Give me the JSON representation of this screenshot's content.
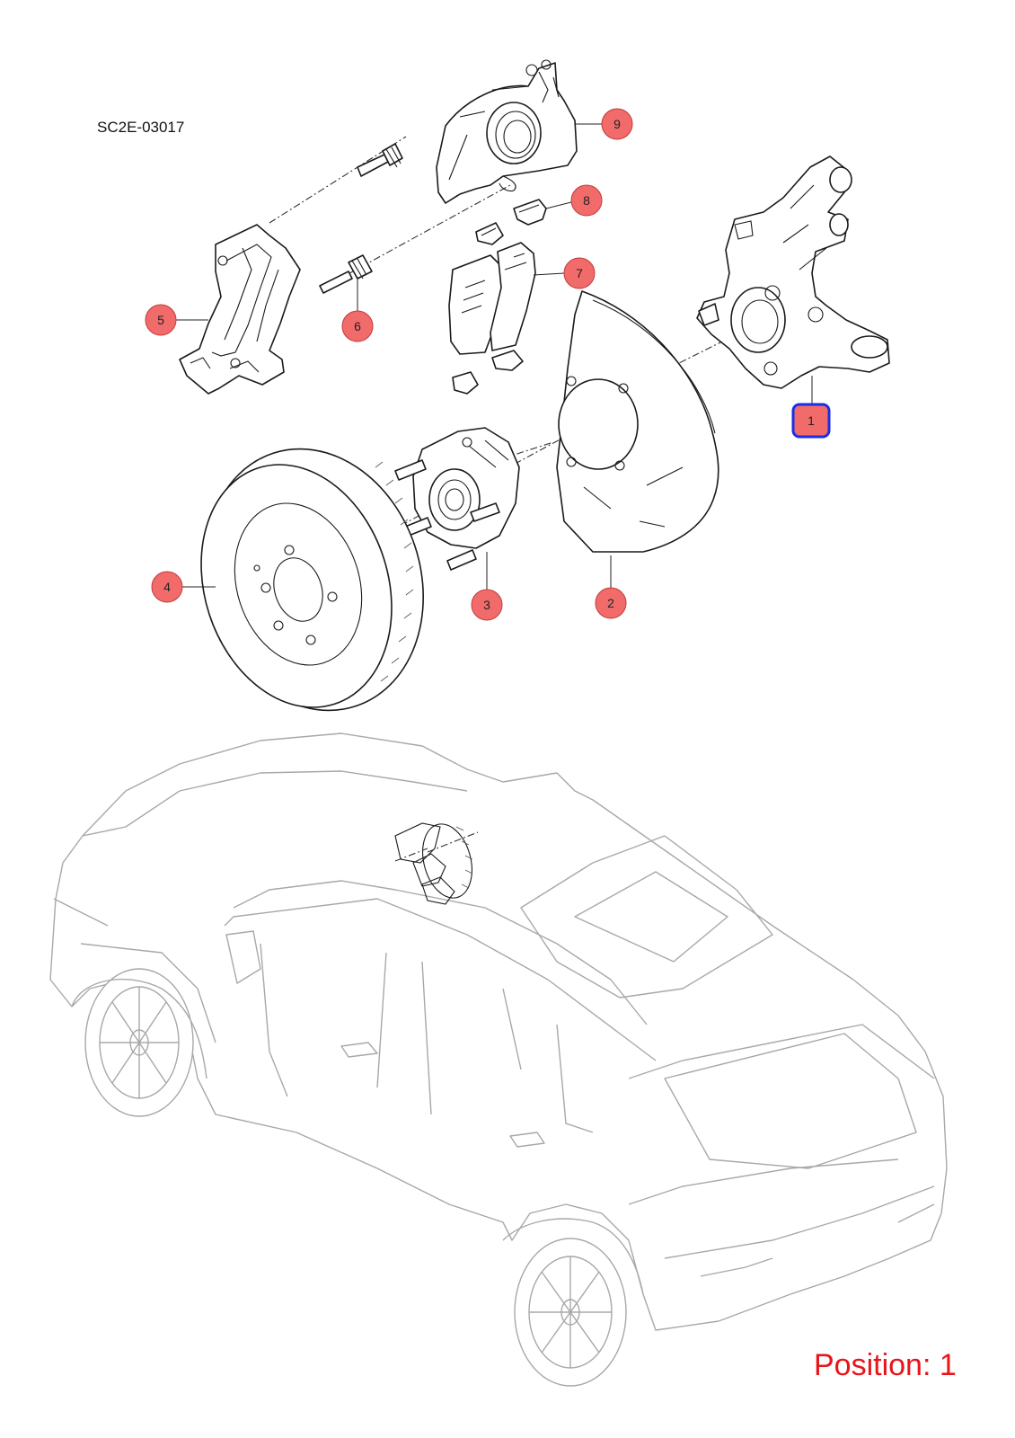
{
  "diagram": {
    "code": "SC2E-03017",
    "position_label": "Position: 1",
    "selected_callout": "1",
    "colors": {
      "callout_fill": "#f26b6b",
      "selection_outline": "#1a2ee6",
      "position_text": "#e8151b",
      "car_outline": "#a8a8a8"
    }
  },
  "callouts": [
    {
      "id": "c1",
      "label": "1"
    },
    {
      "id": "c2",
      "label": "2"
    },
    {
      "id": "c3",
      "label": "3"
    },
    {
      "id": "c4",
      "label": "4"
    },
    {
      "id": "c5",
      "label": "5"
    },
    {
      "id": "c6",
      "label": "6"
    },
    {
      "id": "c7",
      "label": "7"
    },
    {
      "id": "c8",
      "label": "8"
    },
    {
      "id": "c9",
      "label": "9"
    }
  ]
}
